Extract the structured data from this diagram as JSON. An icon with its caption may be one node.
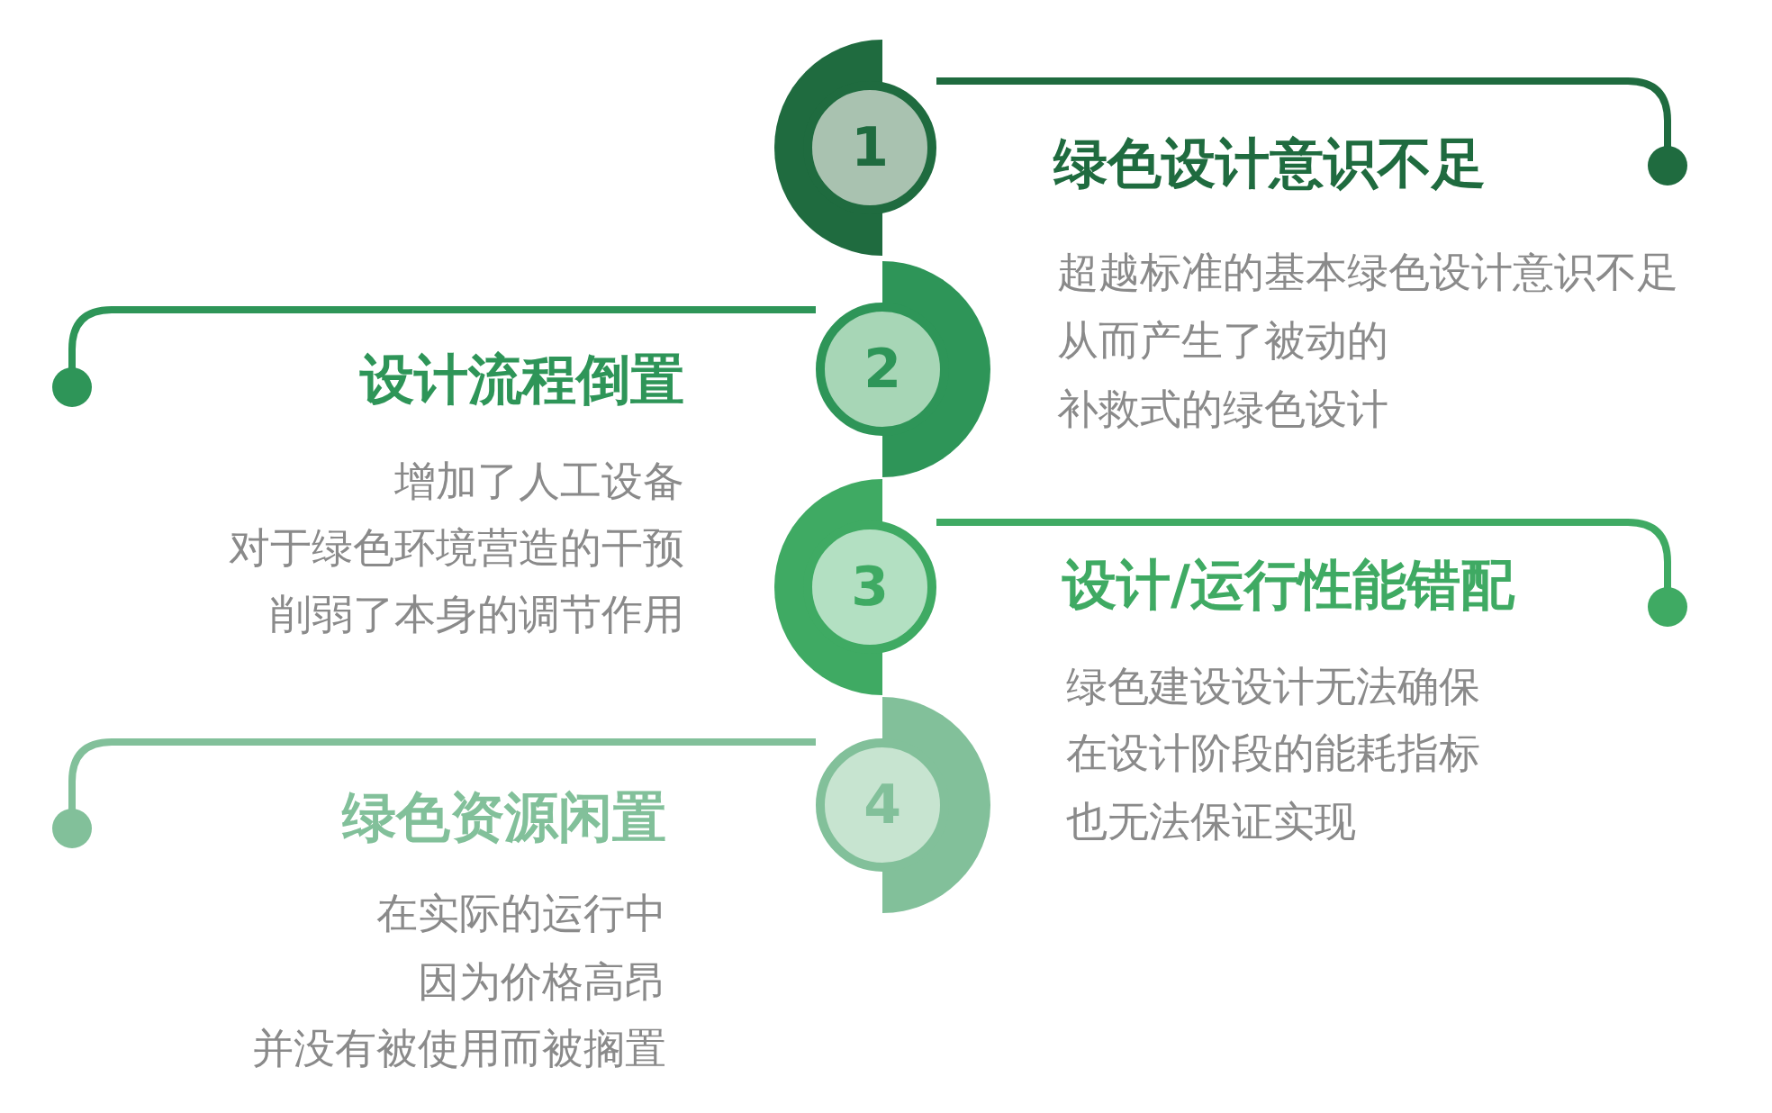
{
  "diagram": {
    "nodes": [
      {
        "text": [
          "1"
        ],
        "beside": [
          "绿色设计意识不足",
          "超越标准的基本绿色设计意识不足",
          "从而产生了被动的",
          "补救式的绿色设计"
        ]
      },
      {
        "text": [
          "2"
        ],
        "beside": [
          "设计流程倒置",
          "增加了人工设备",
          "对于绿色环境营造的干预",
          "削弱了本身的调节作用"
        ]
      },
      {
        "text": [
          "3"
        ],
        "beside": [
          "设计/运行性能错配",
          "绿色建设设计无法确保",
          "在设计阶段的能耗指标",
          "也无法保证实现"
        ]
      },
      {
        "text": [
          "4"
        ],
        "beside": [
          "绿色资源闲置",
          "在实际的运行中",
          "因为价格高昂",
          "并没有被使用而被搁置"
        ]
      }
    ],
    "edges": [
      {
        "from": 0,
        "to": null,
        "arrow": "other",
        "color": "#1f6b3f"
      },
      {
        "from": 1,
        "to": null,
        "arrow": "other",
        "color": "#2e9558"
      },
      {
        "from": 2,
        "to": null,
        "arrow": "other",
        "color": "#3faa63"
      },
      {
        "from": 3,
        "to": null,
        "arrow": "other",
        "color": "#82c09a"
      }
    ]
  }
}
